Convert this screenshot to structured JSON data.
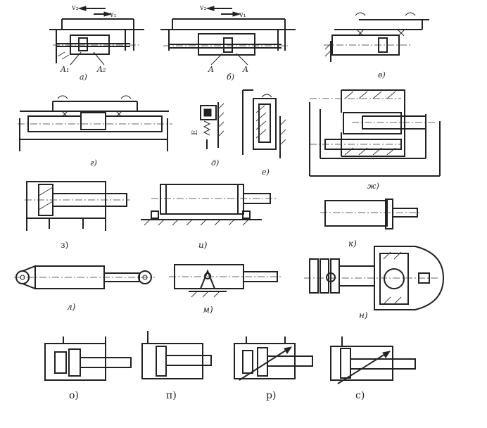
{
  "labels": {
    "a": "а)",
    "b": "б)",
    "v": "в)",
    "g": "г)",
    "d": "д)",
    "e": "е)",
    "zh": "ж)",
    "z": "з)",
    "i": "и)",
    "k": "к)",
    "l": "л)",
    "m": "м)",
    "n": "н)",
    "o": "о)",
    "p": "п)",
    "r": "р)",
    "s": "с)"
  },
  "annotations": {
    "v2_a": "v₂",
    "v1_a": "v₁",
    "v2_b": "v₂",
    "v1_b": "v₁",
    "A1": "A₁",
    "A2": "A₂",
    "A_left": "A",
    "A_right": "A",
    "E_d": "E"
  }
}
